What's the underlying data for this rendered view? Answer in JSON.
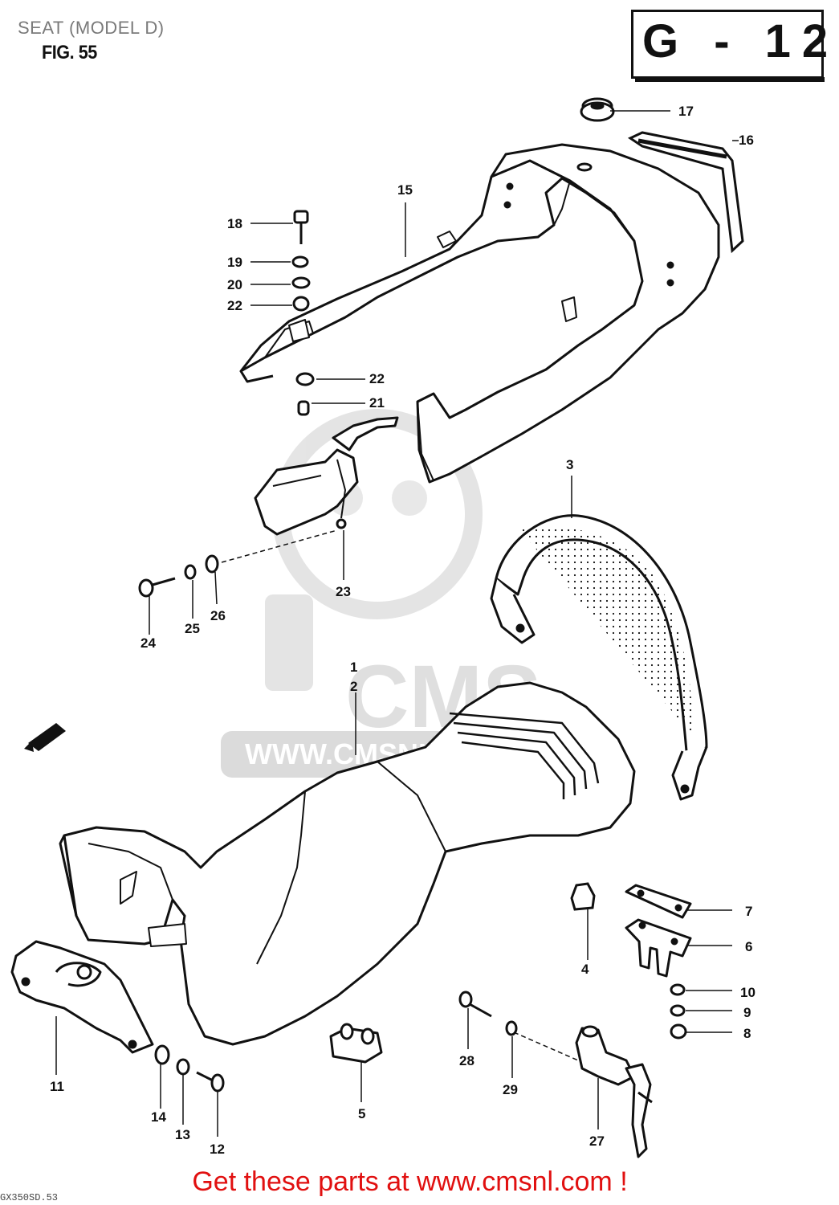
{
  "page": {
    "title": "SEAT (MODEL D)",
    "figure_label": "FIG. 55",
    "section_code": "G - 12",
    "footer_link_text": "Get these parts at www.cmsnl.com !",
    "drawing_code": "GX350SD.53"
  },
  "watermark": {
    "logo_text": "CMS",
    "url_text": "WWW.CMSNL.COM"
  },
  "callouts": {
    "c1": "1",
    "c2": "2",
    "c3": "3",
    "c4": "4",
    "c5": "5",
    "c6": "6",
    "c7": "7",
    "c8": "8",
    "c9": "9",
    "c10": "10",
    "c11": "11",
    "c12": "12",
    "c13": "13",
    "c14": "14",
    "c15": "15",
    "c16": "16",
    "c17": "17",
    "c18": "18",
    "c19": "19",
    "c20": "20",
    "c21": "21",
    "c22a": "22",
    "c22b": "22",
    "c23": "23",
    "c24": "24",
    "c25": "25",
    "c26": "26",
    "c27": "27",
    "c28": "28",
    "c29": "29"
  },
  "colors": {
    "line": "#111111",
    "link": "#e11010",
    "watermark": "#dcdcdc"
  }
}
